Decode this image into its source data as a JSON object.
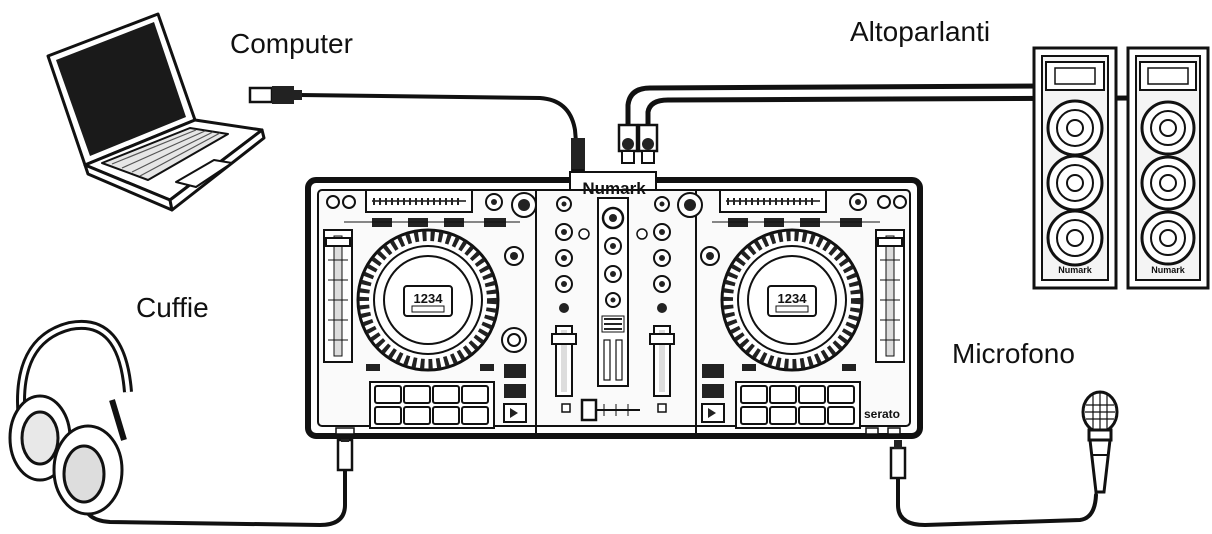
{
  "labels": {
    "computer": "Computer",
    "speakers": "Altoparlanti",
    "headphones": "Cuffie",
    "microphone": "Microfono"
  },
  "controller": {
    "brand": "Numark",
    "software": "serato",
    "deck_display": "1234"
  },
  "speaker_brand": "Numark",
  "colors": {
    "line": "#111111",
    "fill_light": "#f2f2f2",
    "fill_mid": "#d8d8d8",
    "fill_dark": "#222222"
  }
}
